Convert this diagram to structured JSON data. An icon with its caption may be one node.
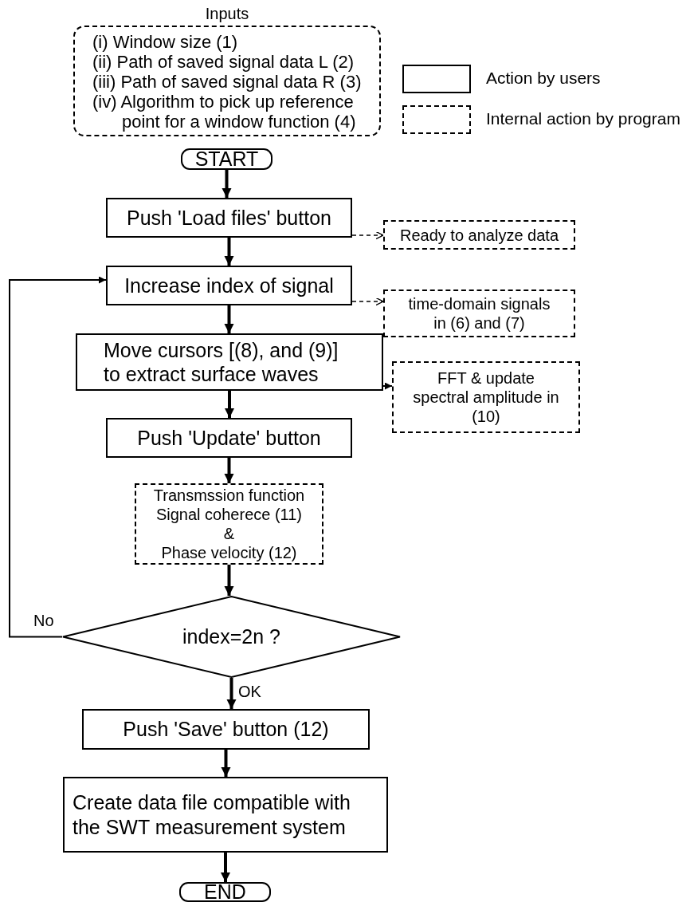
{
  "diagram": {
    "nodes": [
      {
        "text": [
          "Inputs",
          "(i) Window size (1)",
          "(ii) Path of saved signal data L (2)",
          "(iii) Path of saved signal data R (3)",
          "(iv) Algorithm to pick up reference point for a window function (4)"
        ]
      },
      {
        "text": [
          "START"
        ]
      },
      {
        "text": [
          "Push 'Load files' button"
        ]
      },
      {
        "text": [
          "Ready to analyze data"
        ]
      },
      {
        "text": [
          "Increase index of signal"
        ]
      },
      {
        "text": [
          "time-domain signals in (6) and (7)"
        ]
      },
      {
        "text": [
          "Move cursors [(8), and (9)] to extract surface waves"
        ]
      },
      {
        "text": [
          "FFT & update spectral amplitude in (10)"
        ]
      },
      {
        "text": [
          "Push 'Update' button"
        ]
      },
      {
        "text": [
          "Transmssion function",
          "Signal coherece (11)",
          "&",
          "Phase velocity (12)"
        ]
      },
      {
        "text": [
          "index=2n ?"
        ]
      },
      {
        "text": [
          "Push 'Save' button (12)"
        ]
      },
      {
        "text": [
          "Create data file compatible with the SWT measurement system"
        ]
      },
      {
        "text": [
          "END"
        ]
      }
    ],
    "edges": [
      {
        "from": 1,
        "to": 2,
        "arrow": "to"
      },
      {
        "from": 2,
        "to": 3,
        "arrow": "to",
        "style": "dashed"
      },
      {
        "from": 2,
        "to": 4,
        "arrow": "to"
      },
      {
        "from": 4,
        "to": 5,
        "arrow": "to",
        "style": "dashed"
      },
      {
        "from": 4,
        "to": 6,
        "arrow": "to"
      },
      {
        "from": 6,
        "to": 7,
        "arrow": "to"
      },
      {
        "from": 6,
        "to": 8,
        "arrow": "to"
      },
      {
        "from": 8,
        "to": 9,
        "arrow": "to"
      },
      {
        "from": 9,
        "to": 10,
        "arrow": "to"
      },
      {
        "from": 10,
        "to": 4,
        "arrow": "to",
        "label": "No"
      },
      {
        "from": 10,
        "to": 11,
        "arrow": "to",
        "label": "OK"
      },
      {
        "from": 11,
        "to": 12,
        "arrow": "to"
      },
      {
        "from": 12,
        "to": 13,
        "arrow": "to"
      }
    ],
    "legend": [
      {
        "text": "Action by users"
      },
      {
        "text": "Internal action by program"
      }
    ]
  }
}
